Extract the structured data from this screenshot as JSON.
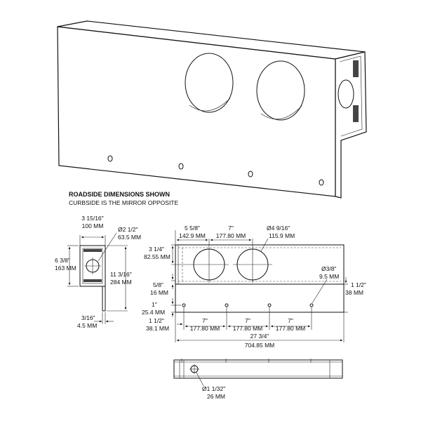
{
  "heading": {
    "title": "ROADSIDE DIMENSIONS SHOWN",
    "subtitle": "CURBSIDE IS THE MIRROR OPPOSITE"
  },
  "side_view": {
    "width_in": "3 15/16\"",
    "width_mm": "100 MM",
    "hole_dia_in": "Ø2 1/2\"",
    "hole_dia_mm": "63.5 MM",
    "height_in": "6 3/8\"",
    "height_mm": "163 MM",
    "overall_height_in": "11 3/16\"",
    "overall_height_mm": "284 MM",
    "flange_in": "3/16\"",
    "flange_mm": "4.5 MM"
  },
  "front_view": {
    "offset_in": "5 5/8\"",
    "offset_mm": "142.9 MM",
    "spacing_in": "7\"",
    "spacing_mm": "177.80 MM",
    "large_hole_dia_in": "Ø4 9/16\"",
    "large_hole_dia_mm": "115.9 MM",
    "hole_center_in": "3 1/4\"",
    "hole_center_mm": "82.55 MM",
    "top_flange_in": "5/8\"",
    "top_flange_mm": "16 MM",
    "small_hole_dia_in": "Ø3/8\"",
    "small_hole_dia_mm": "9.5 MM",
    "end_in": "1 1/2\"",
    "end_mm": "38 MM",
    "mount_height_in": "1\"",
    "mount_height_mm": "25.4 MM",
    "first_mount_in": "1 1/2\"",
    "first_mount_mm": "38.1 MM",
    "mount_spacing": [
      {
        "in": "7\"",
        "mm": "177.80 MM"
      },
      {
        "in": "7\"",
        "mm": "177.80 MM"
      },
      {
        "in": "7\"",
        "mm": "177.80 MM"
      }
    ],
    "overall_length_in": "27 3/4\"",
    "overall_length_mm": "704.85 MM"
  },
  "bottom_view": {
    "hole_dia_in": "Ø1 1/32\"",
    "hole_dia_mm": "26 MM"
  }
}
